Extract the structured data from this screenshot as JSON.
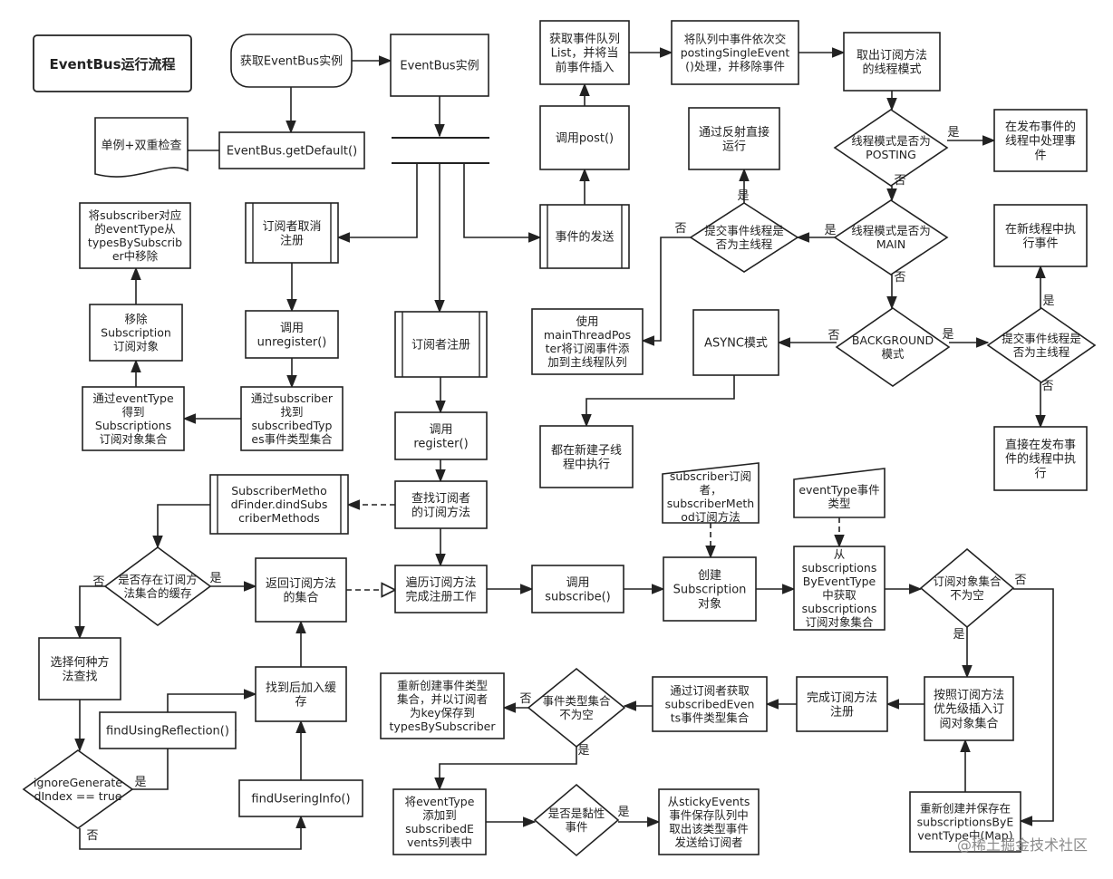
{
  "title": "EventBus运行流程",
  "watermark": "@稀土掘金技术社区",
  "nodes": {
    "get_instance": "获取EventBus实例",
    "eventbus_instance": "EventBus实例",
    "singleton": "单例+双重检查",
    "get_default": "EventBus.getDefault()",
    "unsubscribe": "订阅者取消\n注册",
    "remove_subscriber": "将subscriber对应\n的eventType从\ntypesBySubscrib\ner中移除",
    "call_unregister": "调用\nunregister()",
    "remove_subscription": "移除\nSubscription\n订阅对象",
    "find_subscribed_types": "通过subscriber\n找到\nsubscribedTyp\nes事件类型集合",
    "get_subscriptions": "通过eventType\n得到\nSubscriptions\n订阅对象集合",
    "register": "订阅者注册",
    "call_register": "调用\nregister()",
    "find_methods": "查找订阅者\n的订阅方法",
    "method_finder": "SubscriberMetho\ndFinder.dindSubs\ncriberMethods",
    "cache_exists": "是否存在订阅方\n法集合的缓存",
    "return_methods": "返回订阅方法\n的集合",
    "iterate_methods": "遍历订阅方法\n完成注册工作",
    "call_subscribe": "调用\nsubscribe()",
    "choose_method": "选择何种方\n法查找",
    "find_reflection": "findUsingReflection()",
    "add_cache": "找到后加入缓\n存",
    "ignore_index": "ignoreGenerate\ndIndex == true",
    "find_info": "findUseringInfo()",
    "create_subscription": "创建\nSubscription\n对象",
    "subscriber_note": "subscriber订阅\n者，\nsubscriberMeth\nod订阅方法",
    "eventtype_note": "eventType事件\n类型",
    "from_subscriptions": "从\nsubscriptions\nByEventType\n中获取\nsubscriptions\n订阅对象集合",
    "subs_not_empty": "订阅对象集合\n不为空",
    "insert_priority": "按照订阅方法\n优先级插入订\n阅对象集合",
    "complete_register": "完成订阅方法\n注册",
    "get_event_types": "通过订阅者获取\nsubscribedEven\nts事件类型集合",
    "types_not_empty": "事件类型集合\n不为空",
    "recreate_types": "重新创建事件类型\n集合，并以订阅者\n为key保存到\ntypesBySubscriber",
    "add_event_type": "将eventType\n添加到\nsubscribedE\nvents列表中",
    "is_sticky": "是否是黏性\n事件",
    "sticky_send": "从stickyEvents\n事件保存队列中\n取出该类型事件\n发送给订阅者",
    "recreate_map": "重新创建并保存在\nsubscriptionsByE\nventType中(Map)",
    "post_event": "事件的发送",
    "call_post": "调用post()",
    "get_queue": "获取事件队列\nList，并将当\n前事件插入",
    "posting_single": "将队列中事件依次交\npostingSingleEvent\n()处理，并移除事件",
    "get_thread_mode": "取出订阅方法\n的线程模式",
    "is_posting": "线程模式是否为\nPOSTING",
    "handle_in_post": "在发布事件的\n线程中处理事\n件",
    "is_main": "线程模式是否为\nMAIN",
    "is_main_thread_1": "提交事件线程是\n否为主线程",
    "reflect_run": "通过反射直接\n运行",
    "main_poster": "使用\nmainThreadPos\nter将订阅事件添\n加到主线程队列",
    "is_background": "BACKGROUND\n模式",
    "async_mode": "ASYNC模式",
    "new_thread_exec": "都在新建子线\n程中执行",
    "is_main_thread_2": "提交事件线程是\n否为主线程",
    "new_thread_run": "在新线程中执\n行事件",
    "direct_run": "直接在发布事\n件的线程中执\n行"
  },
  "edge_labels": {
    "yes": "是",
    "no": "否"
  }
}
